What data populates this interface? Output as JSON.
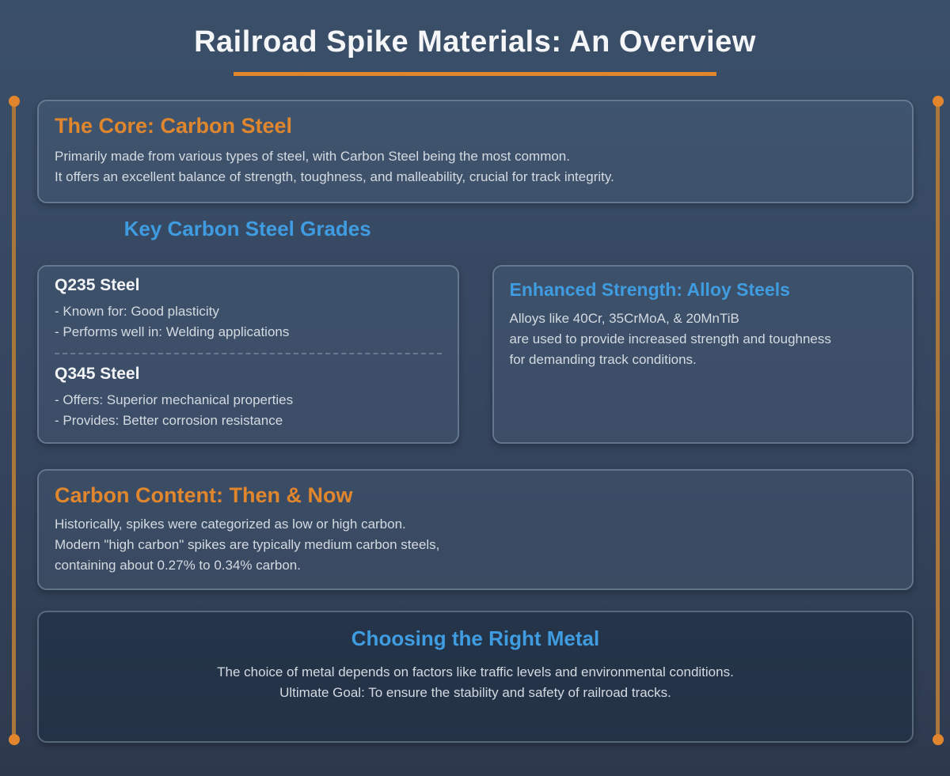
{
  "page": {
    "title": "Railroad Spike Materials: An Overview"
  },
  "colors": {
    "accent_orange": "#e0862d",
    "accent_blue": "#3f9ce0",
    "rail_line": "#a9763c",
    "rail_dot": "#e2862d",
    "background_top": "#3a4f69",
    "background_bottom": "#2c384c",
    "card_border": "#94a8bc",
    "body_text": "#d4dae1"
  },
  "sections": {
    "core": {
      "heading": "The Core: Carbon Steel",
      "line1": "Primarily made from various types of steel, with Carbon Steel being the most common.",
      "line2": "It offers an excellent balance of strength, toughness, and malleability, crucial for track integrity."
    },
    "grades": {
      "heading": "Key Carbon Steel Grades",
      "q235": {
        "name": "Q235 Steel",
        "points": [
          "- Known for: Good plasticity",
          "- Performs well in: Welding applications"
        ]
      },
      "q345": {
        "name": "Q345 Steel",
        "points": [
          "- Offers: Superior mechanical properties",
          "- Provides: Better corrosion resistance"
        ]
      }
    },
    "alloy": {
      "heading": "Enhanced Strength: Alloy Steels",
      "line1": "Alloys like 40Cr, 35CrMoA, & 20MnTiB",
      "line2": "are used to provide increased strength and toughness",
      "line3": "for demanding track conditions."
    },
    "carbon_content": {
      "heading": "Carbon Content: Then & Now",
      "line1": "Historically, spikes were categorized as low or high carbon.",
      "line2": "Modern \"high carbon\" spikes are typically medium carbon steels,",
      "line3": "containing about 0.27% to 0.34% carbon."
    },
    "choosing": {
      "heading": "Choosing the Right Metal",
      "line1": "The choice of metal depends on factors like traffic levels and environmental conditions.",
      "line2": "Ultimate Goal: To ensure the stability and safety of railroad tracks."
    }
  }
}
